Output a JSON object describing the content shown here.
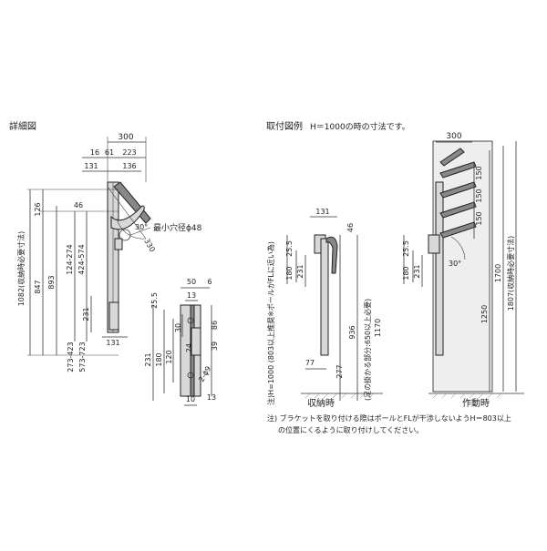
{
  "detail": {
    "title": "詳細図",
    "dims_top": [
      "300",
      "16",
      "61",
      "223",
      "131",
      "136"
    ],
    "dims_left": [
      "1082(収納時必要寸法)",
      "126",
      "847",
      "893",
      "124-274",
      "424-574",
      "231",
      "46"
    ],
    "dims_bottom": [
      "273-423",
      "573-723",
      "131"
    ],
    "hole_note": "最小穴径ϕ48",
    "arc_dim": "330",
    "angle": "30°"
  },
  "bracket": {
    "dims_top": [
      "50",
      "6",
      "13"
    ],
    "dims_left": [
      "25.5",
      "231",
      "180",
      "120",
      "30",
      "24"
    ],
    "dims_right": [
      "86",
      "39",
      "2-ϕ9"
    ],
    "dims_bottom": [
      "10",
      "13"
    ]
  },
  "install": {
    "title": "取付図例",
    "subtitle": "H＝1000の時の寸法です。",
    "stored": {
      "caption": "収納時",
      "dims": [
        "131",
        "46",
        "25.5",
        "180",
        "231",
        "77",
        "277",
        "936",
        "1170"
      ],
      "note_left": "注)H=1000 (803以上推奨※ポールがFLに近い為)",
      "note_right": "(足の掛かる部分:650以上必要)"
    },
    "active": {
      "caption": "作動時",
      "dims": [
        "300",
        "25.5",
        "180",
        "231",
        "150",
        "150",
        "150",
        "1250",
        "1700",
        "1807(収納時必要寸法)",
        "30°"
      ]
    }
  },
  "footnote": {
    "line1": "注) ブラケットを取り付ける際はポールとFLが干渉しないようH＝803以上",
    "line2": "の位置にくるように取り付けしてください。"
  }
}
